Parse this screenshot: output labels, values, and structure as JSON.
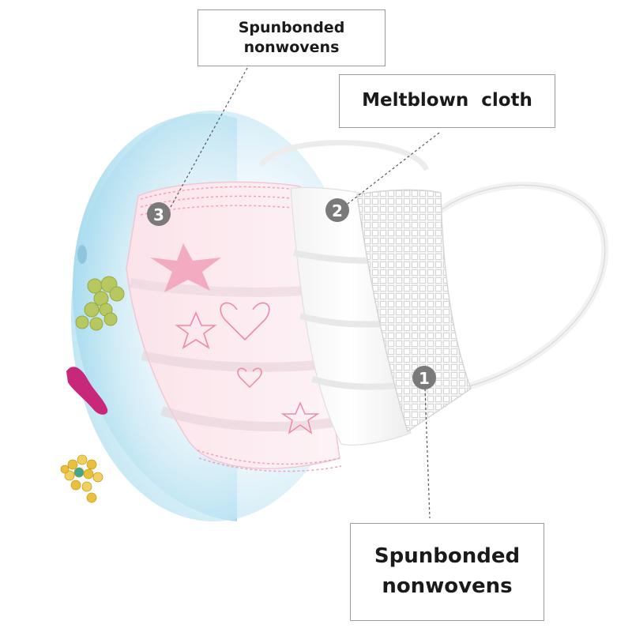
{
  "labels": {
    "top": {
      "line1": "Spunbonded",
      "line2": "nonwovens"
    },
    "middle": {
      "text": "Meltblown  cloth"
    },
    "bottom": {
      "line1": "Spunbonded",
      "line2": "nonwovens"
    }
  },
  "markers": [
    "3",
    "2",
    "1"
  ],
  "colors": {
    "marker_fill": "#7a7a7a",
    "sky_blue": "#bfe5f3",
    "pink_print": "#f0a0b8",
    "particle_green": "#b8c860",
    "particle_magenta": "#c8287a",
    "particle_yellow": "#e8c040"
  }
}
